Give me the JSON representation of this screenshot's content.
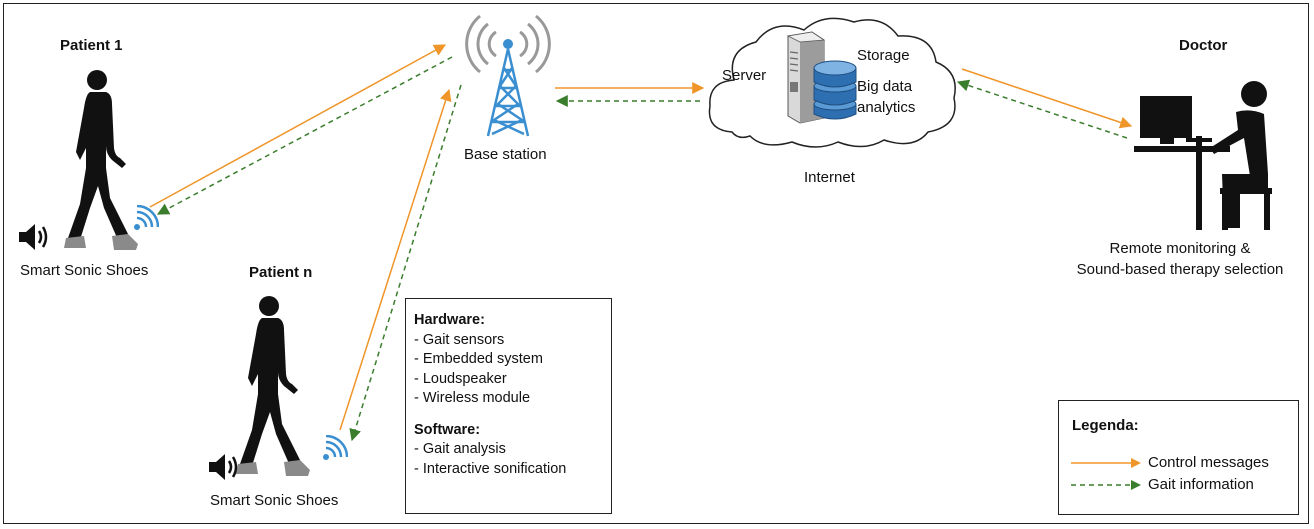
{
  "patient1": {
    "title": "Patient 1",
    "shoes_label": "Smart Sonic Shoes"
  },
  "patientn": {
    "title": "Patient n",
    "shoes_label": "Smart Sonic Shoes"
  },
  "base_station": {
    "label": "Base station"
  },
  "internet": {
    "label": "Internet",
    "server_label": "Server",
    "storage_label": "Storage",
    "analytics_line1": "Big data",
    "analytics_line2": "analytics"
  },
  "doctor": {
    "title": "Doctor",
    "caption_line1": "Remote monitoring &",
    "caption_line2": "Sound-based therapy selection"
  },
  "components": {
    "hardware_title": "Hardware:",
    "hardware_items": [
      "- Gait sensors",
      "- Embedded system",
      "- Loudspeaker",
      "- Wireless module"
    ],
    "software_title": "Software:",
    "software_items": [
      "- Gait analysis",
      "- Interactive sonification"
    ]
  },
  "legend": {
    "title": "Legenda:",
    "control": "Control messages",
    "gait": "Gait information"
  },
  "colors": {
    "control": "#f0952a",
    "gait": "#3a7d2c",
    "antenna": "#3a8fd1",
    "silhouette": "#111111",
    "shoe": "#8a8a8a"
  },
  "icons": [
    "person-walking-icon",
    "speaker-icon",
    "wifi-signal-icon",
    "antenna-tower-icon",
    "cloud-icon",
    "server-icon",
    "database-icon",
    "doctor-at-computer-icon"
  ]
}
